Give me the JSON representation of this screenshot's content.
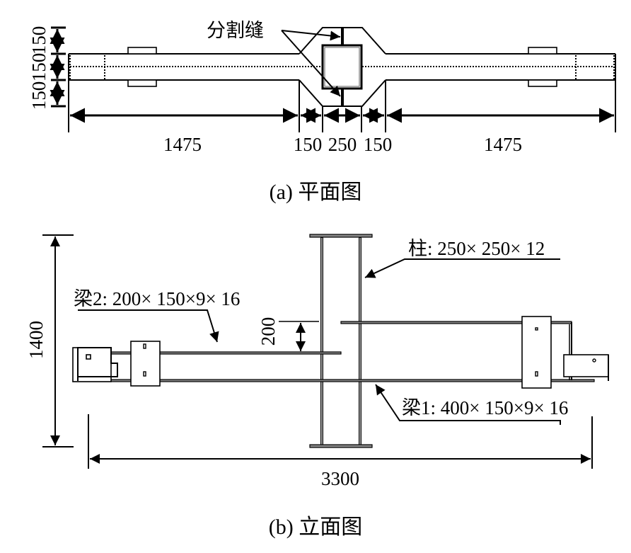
{
  "figure": {
    "plan": {
      "caption": "(a) 平面图",
      "seam_label": "分割缝",
      "vertical_dims": [
        "150",
        "150",
        "150"
      ],
      "horizontal_dims": [
        "1475",
        "150",
        "250",
        "150",
        "1475"
      ]
    },
    "elevation": {
      "caption": "(b) 立面图",
      "column_label": "柱: 250× 250× 12",
      "beam2_label": "梁2: 200× 150×9× 16",
      "beam1_label": "梁1: 400× 150×9× 16",
      "height_dim": "1400",
      "offset_dim": "200",
      "length_dim": "3300"
    }
  }
}
